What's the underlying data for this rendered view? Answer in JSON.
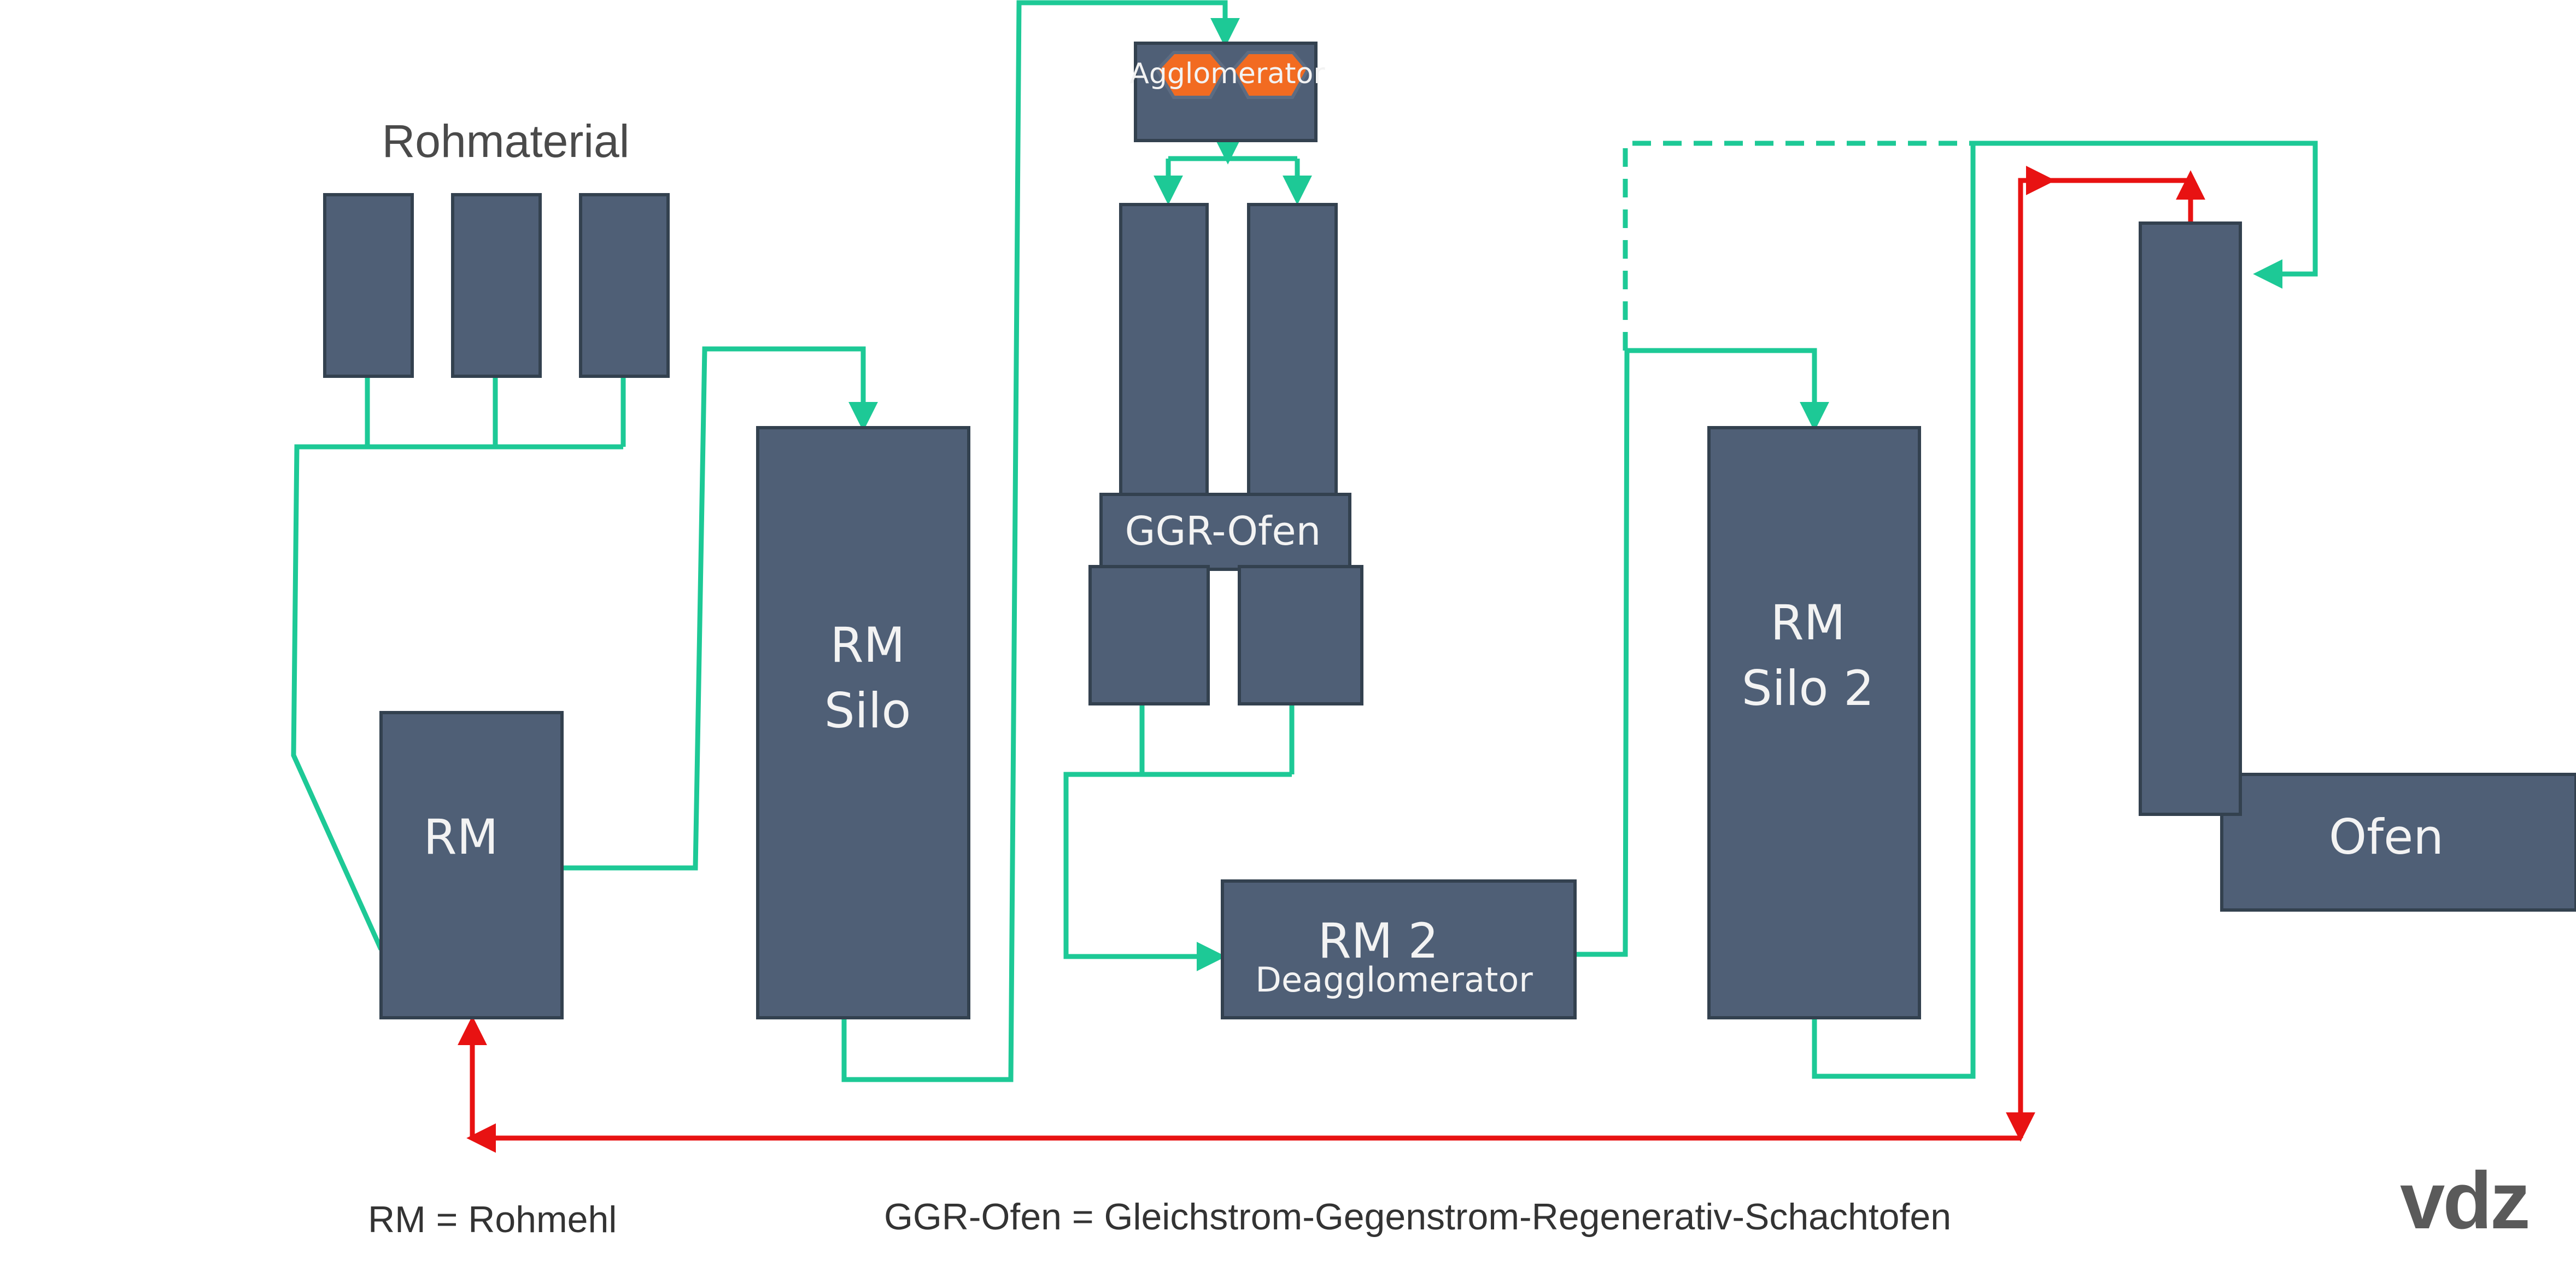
{
  "title": "Rohmaterial",
  "nodes": {
    "rm": "RM",
    "rm_silo_line1": "RM",
    "rm_silo_line2": "Silo",
    "agglomerator": "Agglomerator",
    "ggr_ofen": "GGR-Ofen",
    "rm2_line1": "RM 2",
    "rm2_line2": "Deagglomerator",
    "rm_silo2_line1": "RM",
    "rm_silo2_line2": "Silo 2",
    "ofen": "Ofen"
  },
  "legend": {
    "rm_definition": "RM = Rohmehl",
    "ggr_definition": "GGR-Ofen = Gleichstrom-Gegenstrom-Regenerativ-Schachtofen"
  },
  "logo": {
    "text": "vdz"
  },
  "colors": {
    "box_fill": "#4f5f76",
    "box_stroke": "#33414f",
    "flow_green": "#1dc996",
    "flow_red": "#e81212",
    "agglomerator_orange": "#f26b21",
    "label_white": "#f3f3f3",
    "text_dark": "#4a4a4a",
    "logo_gray": "#5a5a5a"
  }
}
